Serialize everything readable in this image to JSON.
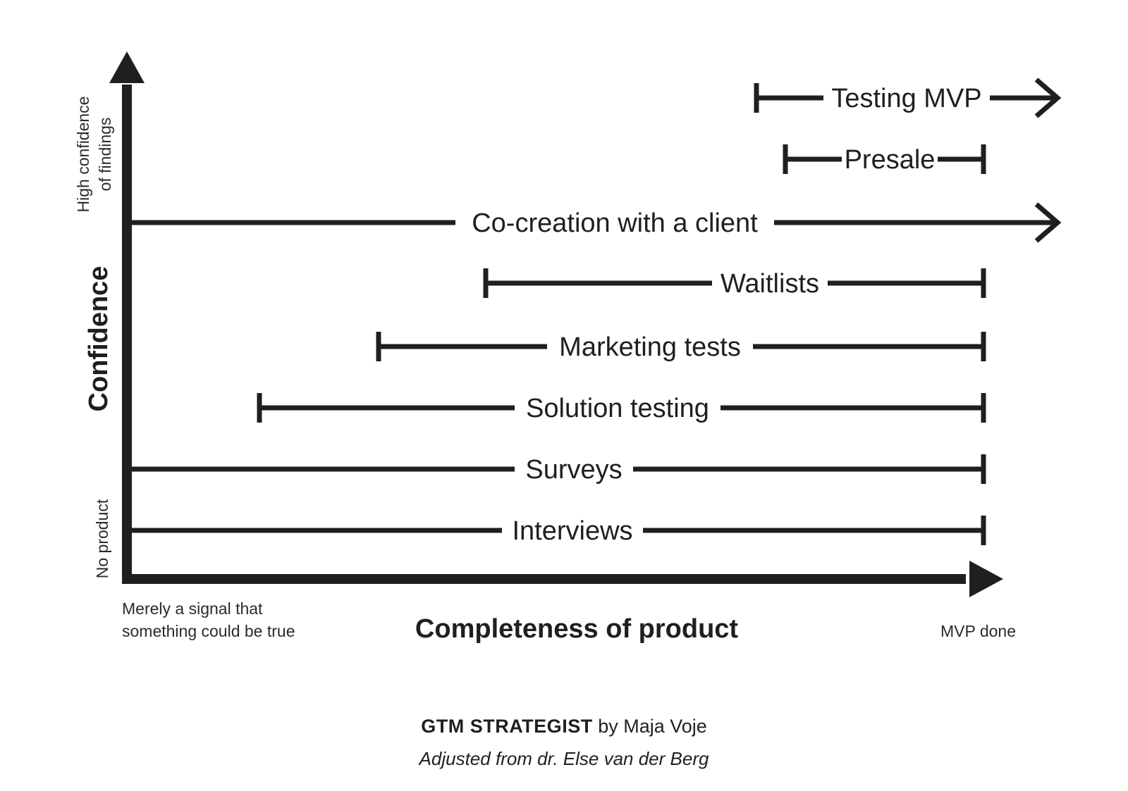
{
  "diagram": {
    "y_axis_title": "Confidence",
    "y_axis_high_note": [
      "High confidence",
      "of findings"
    ],
    "y_axis_low_note": "No product",
    "x_axis_title": "Completeness of product",
    "x_axis_left_note": [
      "Merely a signal that",
      "something could be true"
    ],
    "x_axis_right_note": "MVP done",
    "lanes": [
      {
        "label": "Testing MVP",
        "start": "marker",
        "end": "arrow"
      },
      {
        "label": "Presale",
        "start": "marker",
        "end": "marker"
      },
      {
        "label": "Co-creation with a client",
        "start": "axis",
        "end": "arrow"
      },
      {
        "label": "Waitlists",
        "start": "marker",
        "end": "marker"
      },
      {
        "label": "Marketing tests",
        "start": "marker",
        "end": "marker"
      },
      {
        "label": "Solution testing",
        "start": "marker",
        "end": "marker"
      },
      {
        "label": "Surveys",
        "start": "axis",
        "end": "marker"
      },
      {
        "label": "Interviews",
        "start": "axis",
        "end": "marker"
      }
    ]
  },
  "credit": {
    "brand": "GTM STRATEGIST",
    "byline": " by Maja Voje",
    "adjusted": "Adjusted from dr. Else van der Berg"
  }
}
